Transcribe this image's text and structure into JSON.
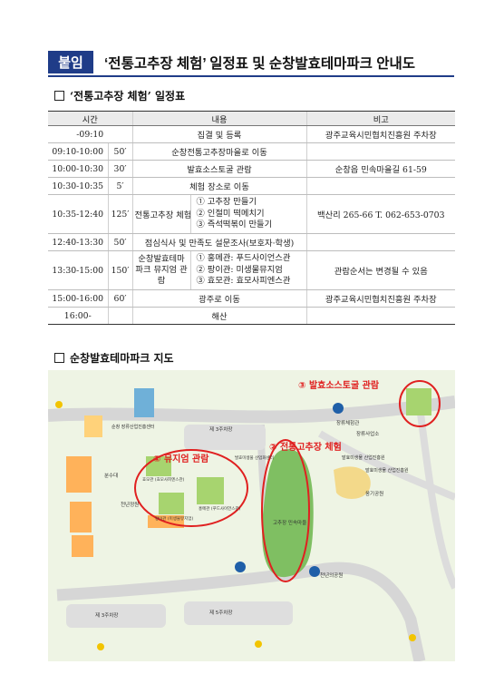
{
  "header": {
    "badge": "붙임",
    "title": "‘전통고추장 체험’  일정표 및 순창발효테마파크 안내도"
  },
  "section1": {
    "title": "‘전통고추장 체험’ 일정표"
  },
  "table": {
    "headers": [
      "시간",
      "내용",
      "비고"
    ],
    "rows": [
      {
        "time": "-09:10",
        "dur": "",
        "activity": "",
        "content": "집결 및 등록",
        "note": "광주교육시민협치진흥원 주차장"
      },
      {
        "time": "09:10-10:00",
        "dur": "50′",
        "activity": "",
        "content": "순창전통고추장마을로 이동",
        "note": ""
      },
      {
        "time": "10:00-10:30",
        "dur": "30′",
        "activity": "",
        "content": "발효소스토굴 관람",
        "note": "순창읍 민속마을길 61-59"
      },
      {
        "time": "10:30-10:35",
        "dur": "5′",
        "activity": "",
        "content": "체험 장소로 이동",
        "note": ""
      },
      {
        "time": "10:35-12:40",
        "dur": "125′",
        "activity": "전통고추장 체험",
        "items": [
          "① 고추장 만들기",
          "② 인절미 떡메치기",
          "③ 즉석떡볶이 만들기"
        ],
        "note": "백산리 265-66 T. 062-653-0703"
      },
      {
        "time": "12:40-13:30",
        "dur": "50′",
        "activity": "",
        "content": "점심식사 및 만족도 설문조사(보호자·학생)",
        "note": ""
      },
      {
        "time": "13:30-15:00",
        "dur": "150′",
        "activity": "순창발효테마파크 뮤지엄 관람",
        "items": [
          "① 홍메관: 푸드사이언스관",
          "② 팡이관: 미생물뮤지엄",
          "③ 효모관: 효모사피엔스관"
        ],
        "note": "관람순서는 변경될 수 있음"
      },
      {
        "time": "15:00-16:00",
        "dur": "60′",
        "activity": "",
        "content": "광주로 이동",
        "note": "광주교육시민협치진흥원 주차장"
      },
      {
        "time": "16:00-",
        "dur": "",
        "activity": "",
        "content": "해산",
        "note": ""
      }
    ]
  },
  "section2": {
    "title": "순창발효테마파크 지도"
  },
  "map": {
    "annotations": {
      "a1": "③ 발효소스토굴 관람",
      "a2": "② 전통고추장 체험",
      "a3": "① 뮤지엄 관람"
    },
    "labels": {
      "p3": "제 3주차장",
      "p3b": "제 3주차장",
      "p5": "제 5주차장",
      "store1": "장류체험관",
      "store2": "장류사업소",
      "ferm": "발효미생물 산업진흥원",
      "center": "발효미생물 산업진흥원",
      "ongi": "옹기공원",
      "gochu": "고추장 민속마을",
      "park": "천년의공원",
      "bunsu": "분수대",
      "cheonsaeng": "천년정원",
      "bok": "순창 장류산업진흥센터",
      "mus1": "효모관 (효모사피엔스관)",
      "mus2": "팡이관 (미생물뮤지엄)",
      "mus3": "홍메관 (푸드사이언스관)",
      "rd": "발효미생물 산업화센터"
    },
    "colors": {
      "road": "#d6d6d6",
      "green": "#7fbf62",
      "pale": "#eef4e4",
      "red": "#e02020"
    }
  }
}
